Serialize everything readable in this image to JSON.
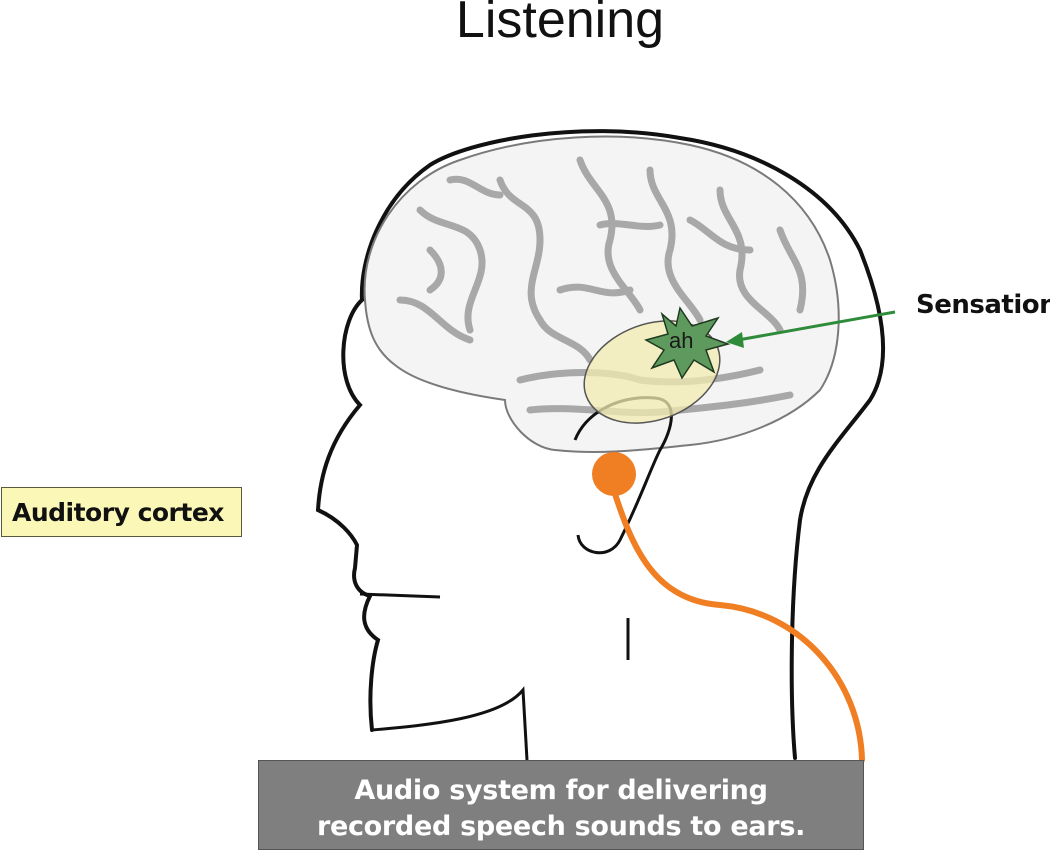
{
  "title": "Listening",
  "labels": {
    "sensation": "Sensation",
    "auditory_cortex": "Auditory cortex",
    "sound": "ah",
    "audio_system_line1": "Audio system for delivering",
    "audio_system_line2": "recorded speech  sounds to ears."
  },
  "colors": {
    "outline": "#111111",
    "brain_fill": "#f4f4f4",
    "brain_sulci": "#a8a8a8",
    "cortex_highlight": "#f3ecb0",
    "sensation_star": "#5e9a5e",
    "arrow": "#2e8b3a",
    "earphone": "#f07f24",
    "label_box": "#fbf7b6",
    "audio_box": "#7f7f7f"
  }
}
